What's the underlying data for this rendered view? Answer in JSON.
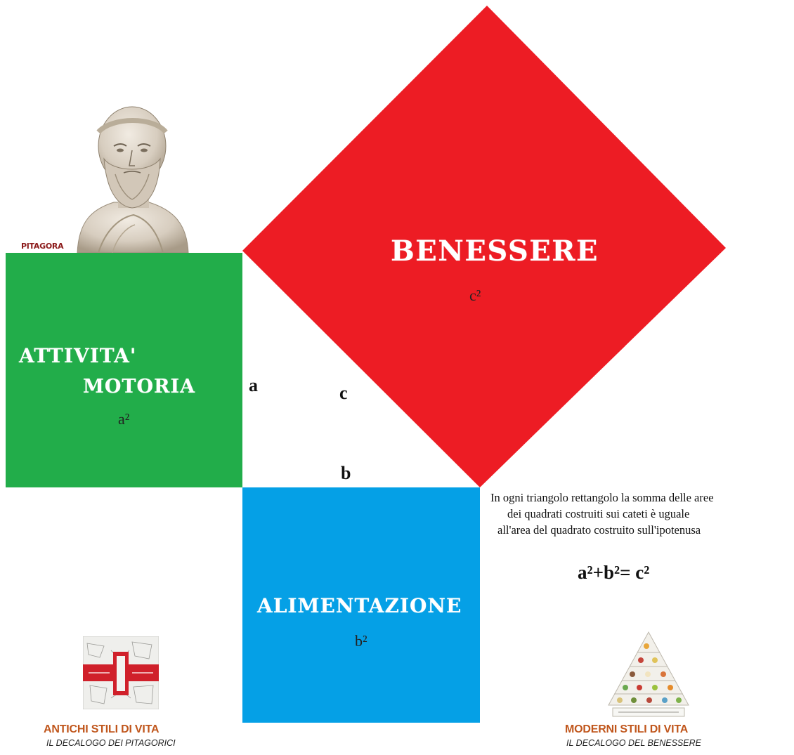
{
  "colors": {
    "benessere": "#ed1c24",
    "attivita": "#22ad4a",
    "alimentazione": "#05a0e6",
    "caption_accent": "#c0561c"
  },
  "squares": {
    "hypotenuse": {
      "title": "BENESSERE",
      "area": "c²"
    },
    "leg_a": {
      "title_line1": "ATTIVITA'",
      "title_line2": "MOTORIA",
      "area": "a²"
    },
    "leg_b": {
      "title": "ALIMENTAZIONE",
      "area": "b²"
    }
  },
  "sides": {
    "a": "a",
    "b": "b",
    "c": "c"
  },
  "theorem": {
    "lines": [
      "In ogni triangolo rettangolo la somma delle aree",
      "dei quadrati costruiti sui cateti è uguale",
      "all'area del quadrato costruito sull'ipotenusa"
    ],
    "formula": "a²+b²= c²"
  },
  "bust": {
    "caption": "PITAGORA"
  },
  "left_book": {
    "title": "ANTICHI STILI DI VITA",
    "subtitle": "IL DECALOGO DEI PITAGORICI"
  },
  "right_book": {
    "title": "MODERNI STILI DI VITA",
    "subtitle": "IL DECALOGO DEL BENESSERE"
  }
}
